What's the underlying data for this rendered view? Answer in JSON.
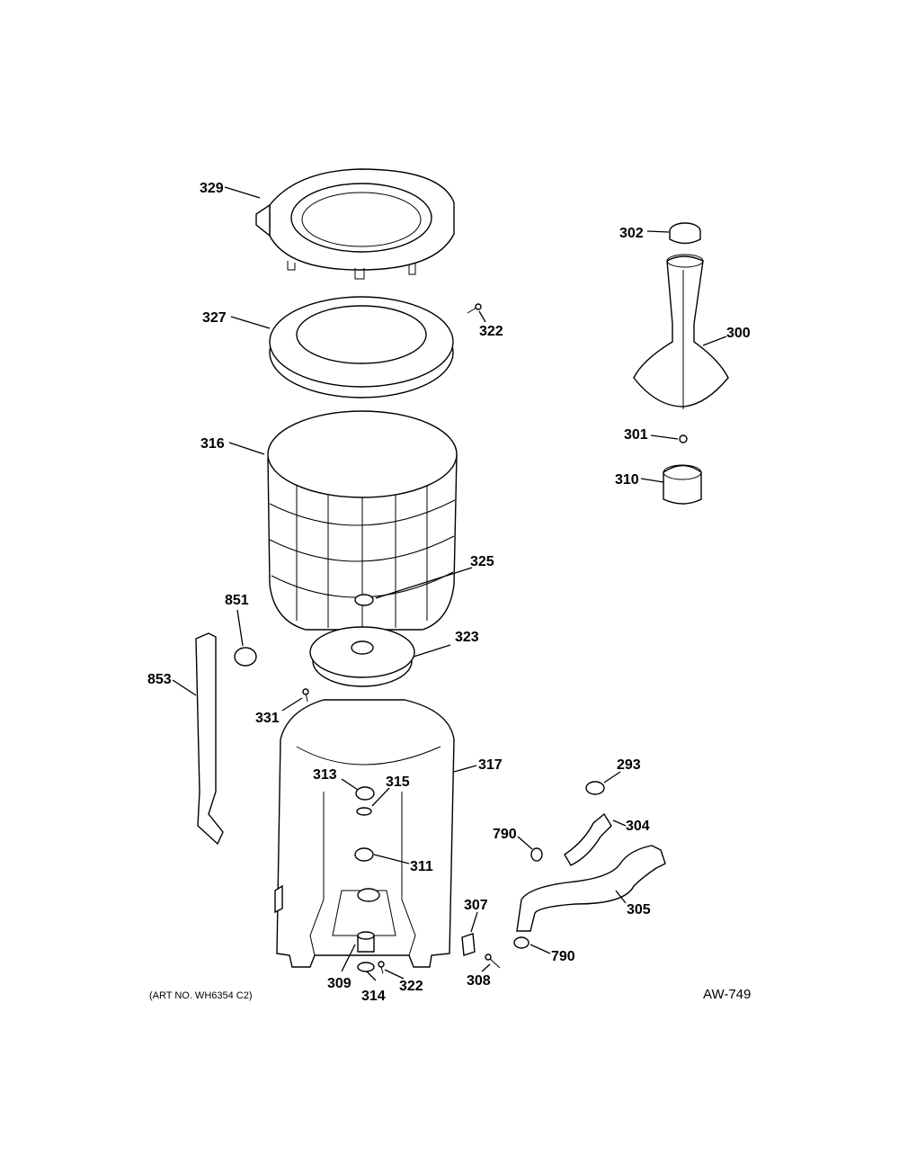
{
  "labels": {
    "l329": "329",
    "l327": "327",
    "l322a": "322",
    "l316": "316",
    "l325": "325",
    "l851": "851",
    "l853": "853",
    "l323": "323",
    "l331": "331",
    "l317": "317",
    "l313": "313",
    "l315": "315",
    "l311": "311",
    "l309": "309",
    "l314": "314",
    "l322b": "322",
    "l302": "302",
    "l300": "300",
    "l301": "301",
    "l310": "310",
    "l293": "293",
    "l790a": "790",
    "l304": "304",
    "l305": "305",
    "l307": "307",
    "l790b": "790",
    "l308": "308"
  },
  "footer": {
    "art_no": "(ART NO. WH6354 C2)",
    "code": "AW-749"
  }
}
